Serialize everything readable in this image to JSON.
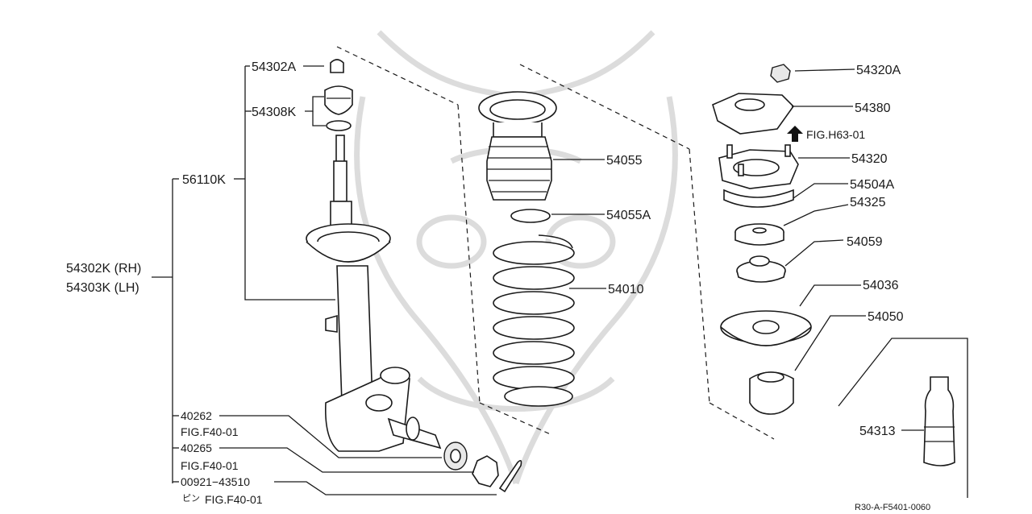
{
  "diagram": {
    "callouts": {
      "strut_rh": "54302K (RH)",
      "strut_lh": "54303K (LH)",
      "shock_absorber": "56110K",
      "bumper_cap": "54302A",
      "bound_bumper_kit": "54308K",
      "seal_40262": "40262",
      "fig_f40_1": "FIG.F40-01",
      "nut_40265": "40265",
      "fig_f40_2": "FIG.F40-01",
      "pin_part": "00921−43510",
      "pin_jp": "ピン",
      "fig_f40_3": "FIG.F40-01",
      "dust_cover": "54055",
      "snap_ring": "54055A",
      "coil_spring": "54010",
      "nut_top": "54320A",
      "insulator_top": "54380",
      "fig_ref_h63": "FIG.H63-01",
      "mount": "54320",
      "mount_bearing": "54504A",
      "washer": "54325",
      "spacer": "54059",
      "seat_upper": "54036",
      "bumper_rubber": "54050",
      "grease_tube": "54313"
    },
    "drawing_code": "R30-A-F5401-0060"
  }
}
